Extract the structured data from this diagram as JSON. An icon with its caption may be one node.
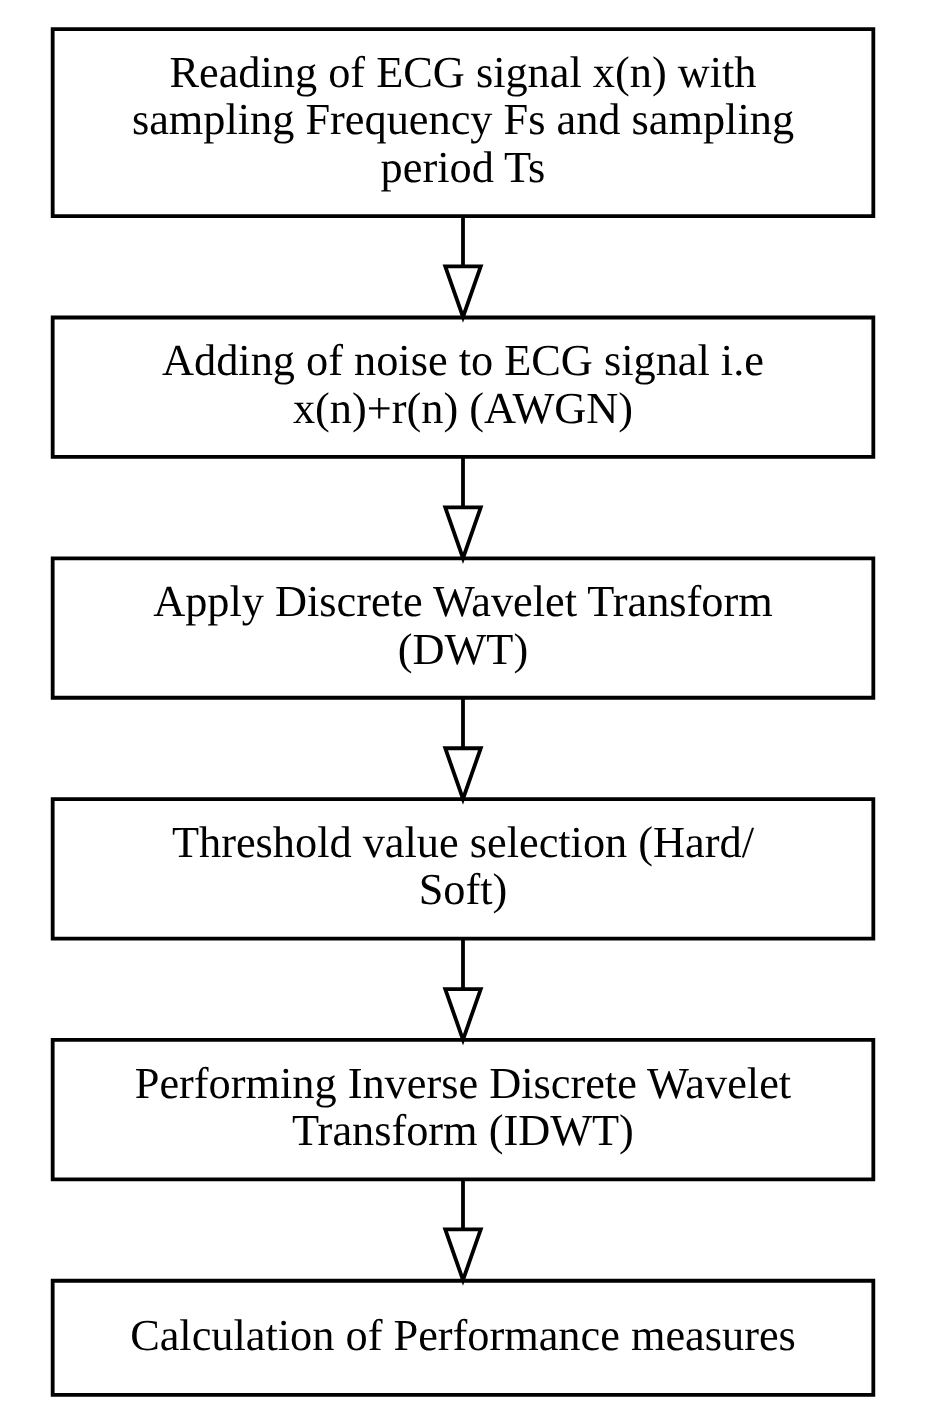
{
  "diagram": {
    "nodes": [
      {
        "text": [
          "Reading of ECG signal x(n) with sampling Frequency Fs and sampling period Ts"
        ]
      },
      {
        "text": [
          "Adding of noise to ECG signal i.e x(n)+r(n) (AWGN)"
        ]
      },
      {
        "text": [
          "Apply Discrete Wavelet Transform (DWT)"
        ]
      },
      {
        "text": [
          "Threshold value selection (Hard/ Soft)"
        ]
      },
      {
        "text": [
          "Performing Inverse Discrete Wavelet Transform (IDWT)"
        ]
      },
      {
        "text": [
          "Calculation of Performance measures"
        ]
      }
    ],
    "edges": [
      {
        "from": 0,
        "to": 1,
        "arrow": "to"
      },
      {
        "from": 1,
        "to": 2,
        "arrow": "to"
      },
      {
        "from": 2,
        "to": 3,
        "arrow": "to"
      },
      {
        "from": 3,
        "to": 4,
        "arrow": "to"
      },
      {
        "from": 4,
        "to": 5,
        "arrow": "to"
      }
    ]
  }
}
